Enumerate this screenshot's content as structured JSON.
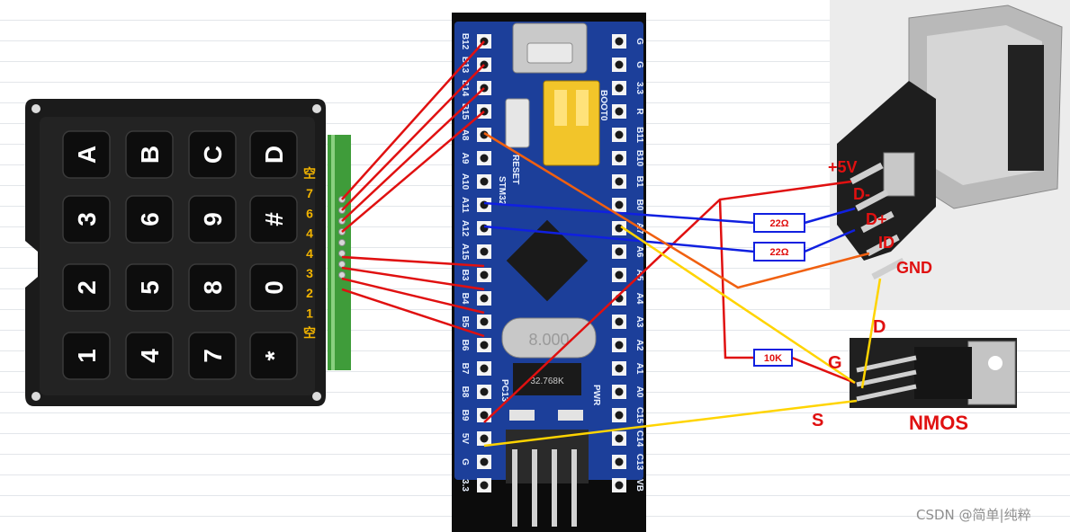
{
  "keypad": {
    "keys": [
      [
        "A",
        "B",
        "C",
        "D"
      ],
      [
        "3",
        "6",
        "9",
        "#"
      ],
      [
        "2",
        "5",
        "8",
        "0"
      ],
      [
        "1",
        "4",
        "7",
        "*"
      ]
    ],
    "pin_labels": [
      "空",
      "7",
      "6",
      "4",
      "4",
      "3",
      "2",
      "1",
      "空"
    ],
    "pin_label_color": "#f2b400"
  },
  "board": {
    "left_pins": [
      "B12",
      "B13",
      "B14",
      "B15",
      "A8",
      "A9",
      "A10",
      "A11",
      "A12",
      "A15",
      "B3",
      "B4",
      "B5",
      "B6",
      "B7",
      "B8",
      "B9",
      "5V",
      "G",
      "3.3"
    ],
    "right_pins": [
      "G",
      "G",
      "3.3",
      "R",
      "B11",
      "B10",
      "B1",
      "B0",
      "A7",
      "A6",
      "A5",
      "A4",
      "A3",
      "A2",
      "A1",
      "A0",
      "C15",
      "C14",
      "C13",
      "VB"
    ],
    "chip_label": "STM32",
    "boot_label": "BOOT0",
    "reset_label": "RESET",
    "crystal_label": "8.000",
    "rtc_crystal_label": "32.768K",
    "pc13_label": "PC13",
    "pwr_label": "PWR"
  },
  "usb": {
    "pins": [
      "+5V",
      "D-",
      "D+",
      "ID",
      "GND"
    ]
  },
  "resistors": [
    "22Ω",
    "22Ω",
    "10K"
  ],
  "mosfet": {
    "label": "NMOS",
    "gate": "G",
    "drain": "D",
    "source": "S"
  },
  "watermark": "CSDN @简单|纯粹",
  "colors": {
    "red_wire": "#e01010",
    "blue_wire": "#1020e0",
    "orange_wire": "#f06010",
    "yellow_wire": "#ffd400",
    "signal_text": "#e01010"
  }
}
